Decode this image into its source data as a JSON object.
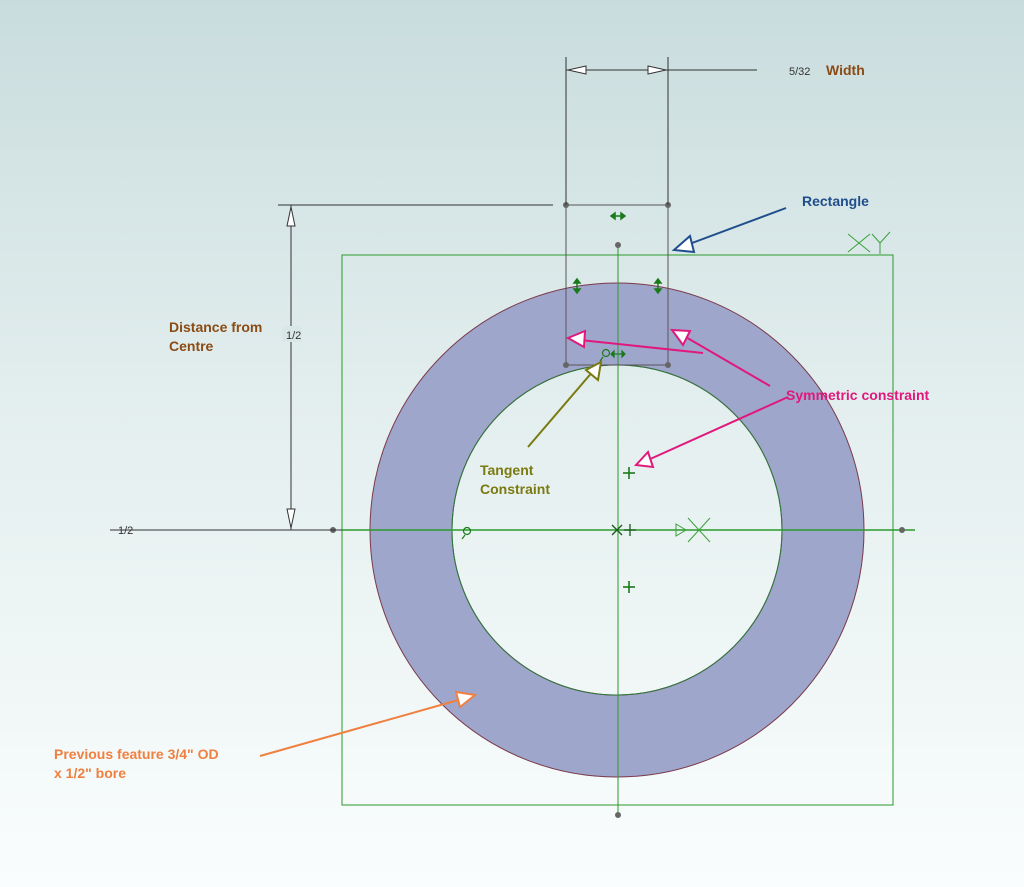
{
  "colors": {
    "sketch_green": "#2a9a2a",
    "ring_fill": "#9ea6cc",
    "dim_line": "#333333",
    "brown": "#8a4b14",
    "blue": "#1f4e8c",
    "magenta": "#e0187c",
    "olive": "#7a7a10",
    "orange": "#f08040"
  },
  "dimensions": {
    "width_value": "5/32",
    "distance_value": "1/2",
    "axis_value": "1/2"
  },
  "sketch_plane_label": "XY",
  "annotations": {
    "width": "Width",
    "rectangle": "Rectangle",
    "distance_line1": "Distance from",
    "distance_line2": "Centre",
    "symmetric": "Symmetric constraint",
    "tangent_line1": "Tangent",
    "tangent_line2": "Constraint",
    "previous_line1": "Previous feature 3/4\" OD",
    "previous_line2": "x 1/2\" bore"
  }
}
